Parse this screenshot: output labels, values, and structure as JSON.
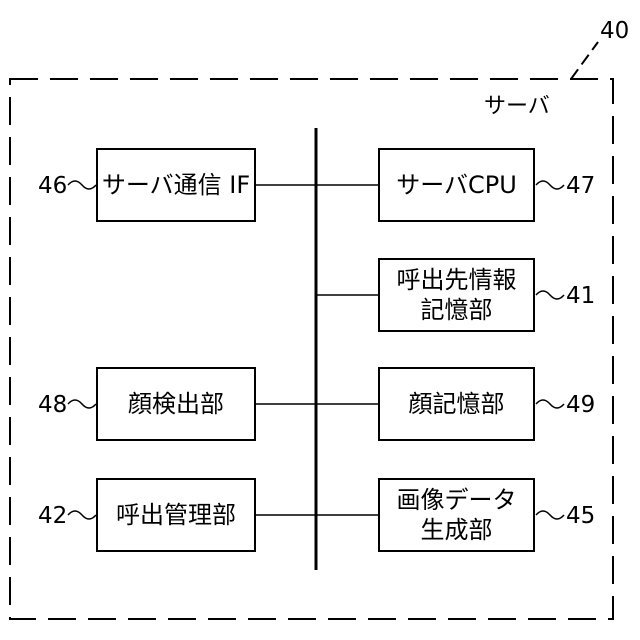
{
  "diagram": {
    "container": {
      "label": "サーバ",
      "ref": "40"
    },
    "blocks": [
      {
        "id": "server-comm-if",
        "label": "サーバ通信 IF",
        "ref": "46"
      },
      {
        "id": "server-cpu",
        "label": "サーバCPU",
        "ref": "47"
      },
      {
        "id": "call-dest-info-storage",
        "label": "呼出先情報\n記憶部",
        "ref": "41"
      },
      {
        "id": "face-detection",
        "label": "顔検出部",
        "ref": "48"
      },
      {
        "id": "face-storage",
        "label": "顔記憶部",
        "ref": "49"
      },
      {
        "id": "call-management",
        "label": "呼出管理部",
        "ref": "42"
      },
      {
        "id": "image-data-generation",
        "label": "画像データ\n生成部",
        "ref": "45"
      }
    ]
  }
}
